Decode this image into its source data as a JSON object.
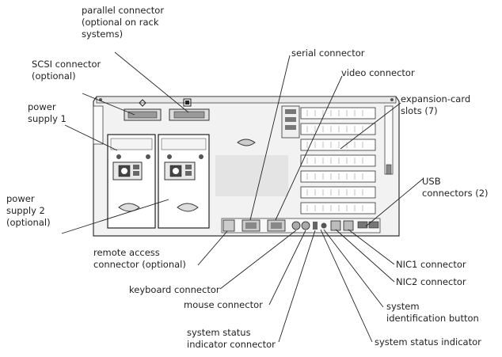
{
  "labels": {
    "parallel_connector": "parallel connector\n(optional on rack\nsystems)",
    "scsi_connector": "SCSI connector\n(optional)",
    "power_supply_1": "power\nsupply 1",
    "power_supply_2": "power\nsupply 2\n(optional)",
    "remote_access_connector": "remote access\nconnector (optional)",
    "keyboard_connector": "keyboard connector",
    "mouse_connector": "mouse connector",
    "system_status_indicator_connector": "system status\nindicator connector",
    "serial_connector": "serial connector",
    "video_connector": "video connector",
    "expansion_card_slots": "expansion-card\nslots (7)",
    "usb_connectors": "USB\nconnectors (2)",
    "nic1_connector": "NIC1 connector",
    "nic2_connector": "NIC2 connector",
    "system_identification_button": "system\nidentification button",
    "system_status_indicator": "system status indicator"
  }
}
